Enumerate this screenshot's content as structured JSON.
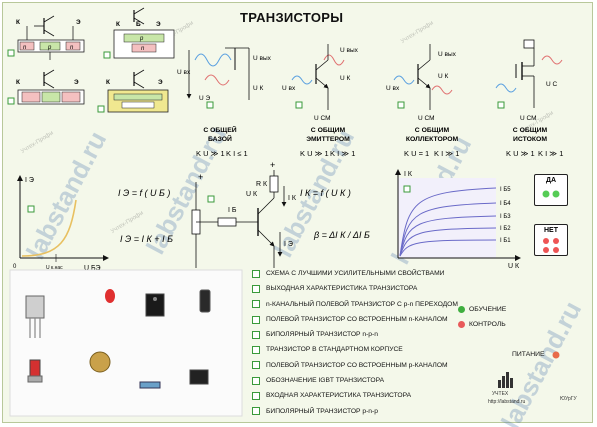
{
  "title": "ТРАНЗИСТОРЫ",
  "circuits": [
    {
      "label": "С ОБЩЕЙ БАЗОЙ",
      "line1": "С ОБЩЕЙ",
      "line2": "БАЗОЙ",
      "ku": "K U ≫ 1",
      "ki": "K I ≤ 1"
    },
    {
      "label": "С ОБЩИМ ЭМИТТЕРОМ",
      "line1": "С ОБЩИМ",
      "line2": "ЭМИТТЕРОМ",
      "ku": "K U ≫ 1",
      "ki": "K I ≫ 1"
    },
    {
      "label": "С ОБЩИМ КОЛЛЕКТОРОМ",
      "line1": "С ОБЩИМ",
      "line2": "КОЛЛЕКТОРОМ",
      "ku": "K U = 1",
      "ki": "K I ≫ 1"
    },
    {
      "label": "С ОБЩИМ ИСТОКОМ",
      "line1": "С ОБЩИМ",
      "line2": "ИСТОКОМ",
      "ku": "K U ≫ 1",
      "ki": "K I ≫ 1"
    }
  ],
  "circuit_terms": {
    "u_in": "U вх",
    "u_out": "U вых",
    "u_c": "U С",
    "u_k": "U К",
    "u_e": "U Э",
    "u_cm": "U СМ"
  },
  "formulas": {
    "ie": "I Э = f ( U Б )",
    "ik": "I К = f ( U К )",
    "sum": "I Э = I К + I Б",
    "beta": "β = ΔI К / ΔI Б"
  },
  "labels": {
    "i_e": "I Э",
    "i_k": "I К",
    "u_be": "U БЭ",
    "u_k": "U К",
    "u_k_nas": "U к.нас",
    "e": "Э",
    "plus": "+",
    "r_k": "R К",
    "i_b": "I Б",
    "i_b1": "I Б1",
    "i_b2": "I Б2",
    "i_b3": "I Б3",
    "i_b4": "I Б4",
    "i_b5": "I Б5",
    "n": "n",
    "p": "p",
    "k": "К",
    "b": "Б",
    "zero": "0"
  },
  "answers": {
    "yes": "ДА",
    "no": "НЕТ"
  },
  "questions": [
    "СХЕМА С ЛУЧШИМИ УСИЛИТЕЛЬНЫМИ СВОЙСТВАМИ",
    "ВЫХОДНАЯ ХАРАКТЕРИСТИКА ТРАНЗИСТОРА",
    "n-КАНАЛЬНЫЙ ПОЛЕВОЙ ТРАНЗИСТОР С p-n ПЕРЕХОДОМ",
    "ПОЛЕВОЙ ТРАНЗИСТОР СО ВСТРОЕННЫМ n-КАНАЛОМ",
    "БИПОЛЯРНЫЙ ТРАНЗИСТОР n-p-n",
    "ТРАНЗИСТОР В СТАНДАРТНОМ КОРПУСЕ",
    "ПОЛЕВОЙ ТРАНЗИСТОР СО ВСТРОЕННЫМ p-КАНАЛОМ",
    "ОБОЗНАЧЕНИЕ IGBT ТРАНЗИСТОРА",
    "ВХОДНАЯ ХАРАКТЕРИСТИКА ТРАНЗИСТОРА",
    "БИПОЛЯРНЫЙ ТРАНЗИСТОР p-n-p"
  ],
  "legend": {
    "learn": "ОБУЧЕНИЕ",
    "control": "КОНТРОЛЬ",
    "power": "ПИТАНИЕ"
  },
  "watermarks": {
    "big": "labstand.ru",
    "small": "Учтех-Профи"
  },
  "footer": {
    "url": "http://labstand.ru",
    "brand": "ЮУрГУ",
    "logo_text": "УЧТЕХ"
  },
  "colors": {
    "learn": "#3fae3f",
    "control": "#e85a5a",
    "power": "#e86a4a",
    "wave_in": "#5aa0e0",
    "wave_out": "#e07070",
    "char": "#6a6ac8"
  }
}
